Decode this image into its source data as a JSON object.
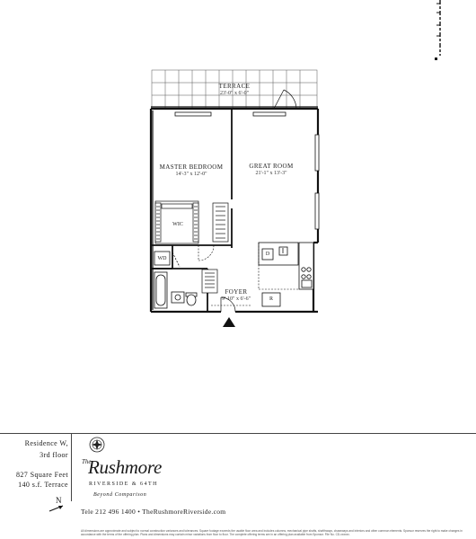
{
  "plan": {
    "rooms": {
      "terrace": {
        "name": "Terrace",
        "dims": "23'-0\" x 6'-0\""
      },
      "master_bedroom": {
        "name": "Master Bedroom",
        "dims": "14'-3\" x 12'-0\""
      },
      "great_room": {
        "name": "Great Room",
        "dims": "21'-1\" x 13'-3\""
      },
      "foyer": {
        "name": "Foyer",
        "dims": "9'-10\" x 6'-6\""
      }
    },
    "fixtures": {
      "wic": "WIC",
      "wd": "WD",
      "dishwasher": "D",
      "refrigerator": "R"
    }
  },
  "unit": {
    "residence": "Residence W,",
    "floor": "3rd floor",
    "square_feet": "827 Square Feet",
    "terrace_area": "140 s.f. Terrace"
  },
  "north_label": "N",
  "logo": {
    "article": "The",
    "name": "Rushmore",
    "address": "Riverside & 64th",
    "tagline": "Beyond Comparison"
  },
  "contact": "Tele 212 496 1400 • TheRushmoreRiverside.com",
  "disclaimer": "All dimensions are approximate and subject to normal construction variances and tolerances. Square footage exceeds the usable floor area and includes columns, mechanical pipe shafts, shafthways, chaseways and interiors and other common elements. Sponsor reserves the right to make changes in accordance with the terms of the offering plan. Plans and dimensions may contain minor variations from floor to floor. The complete offering terms are in an offering plan available from Sponsor. File No. CD-xxxxxx."
}
